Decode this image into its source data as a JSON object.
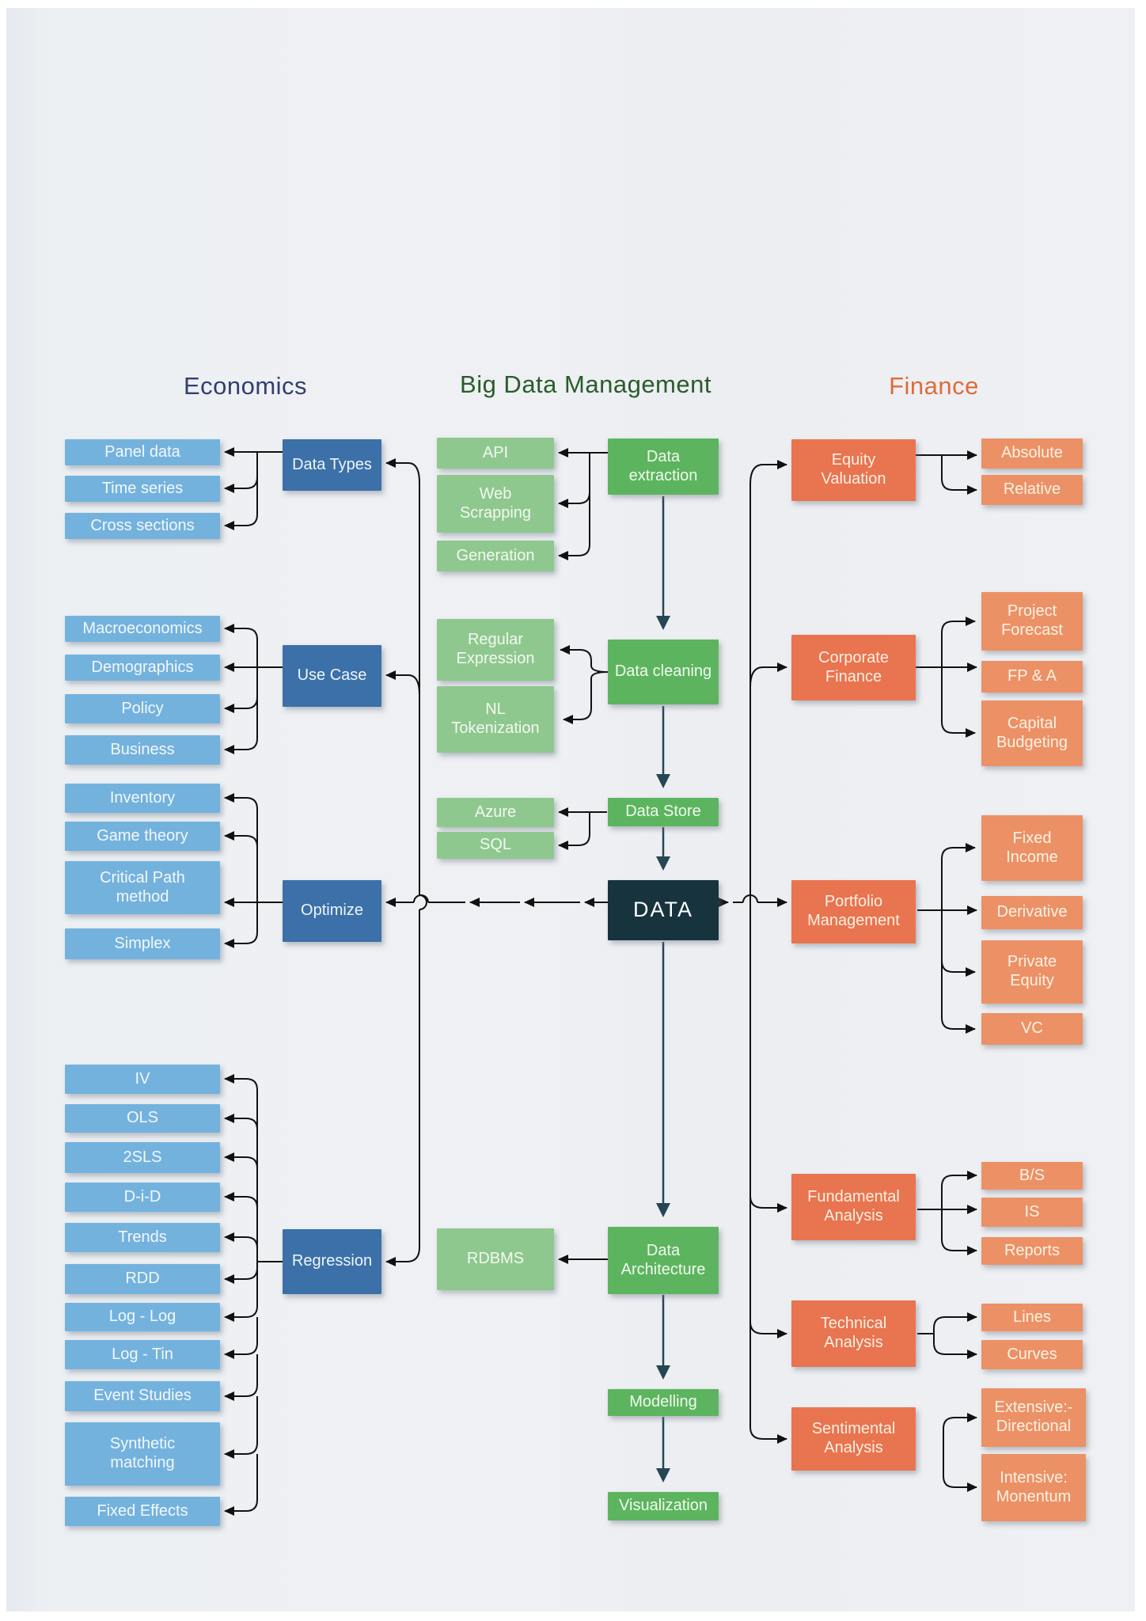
{
  "headers": {
    "economics": "Economics",
    "big_data": "Big Data Management",
    "finance": "Finance"
  },
  "colors": {
    "leaf_blue": "#74b2de",
    "category_blue": "#3c70a8",
    "tool_green": "#8fc88e",
    "stage_green": "#5cb55e",
    "hub_navy": "#17333e",
    "category_orange": "#e87450",
    "leaf_orange": "#ec9166",
    "economics_header": "#333e6d",
    "big_data_header": "#2a5c2b",
    "finance_header": "#dd6c38",
    "connector_black": "#111111",
    "flow_arrow_navy": "#274653"
  },
  "economics": {
    "data_types": {
      "label": "Data Types",
      "items": [
        "Panel data",
        "Time series",
        "Cross sections"
      ]
    },
    "use_case": {
      "label": "Use Case",
      "items": [
        "Macroeconomics",
        "Demographics",
        "Policy",
        "Business"
      ]
    },
    "optimize": {
      "label": "Optimize",
      "items": [
        "Inventory",
        "Game theory",
        "Critical Path method",
        "Simplex"
      ]
    },
    "regression": {
      "label": "Regression",
      "items": [
        "IV",
        "OLS",
        "2SLS",
        "D-i-D",
        "Trends",
        "RDD",
        "Log - Log",
        "Log - Tin",
        "Event Studies",
        "Synthetic matching",
        "Fixed Effects"
      ]
    }
  },
  "pipeline": {
    "data_extraction": {
      "label": "Data extraction",
      "tools": [
        "API",
        "Web Scrapping",
        "Generation"
      ]
    },
    "data_cleaning": {
      "label": "Data cleaning",
      "tools": [
        "Regular Expression",
        "NL Tokenization"
      ]
    },
    "data_store": {
      "label": "Data Store",
      "tools": [
        "Azure",
        "SQL"
      ]
    },
    "data_hub": {
      "label": "DATA"
    },
    "data_architecture": {
      "label": "Data Architecture",
      "tools": [
        "RDBMS"
      ]
    },
    "modelling": {
      "label": "Modelling"
    },
    "visualization": {
      "label": "Visualization"
    }
  },
  "finance": {
    "equity_valuation": {
      "label": "Equity Valuation",
      "items": [
        "Absolute",
        "Relative"
      ]
    },
    "corporate_finance": {
      "label": "Corporate Finance",
      "items": [
        "Project Forecast",
        "FP & A",
        "Capital Budgeting"
      ]
    },
    "portfolio_management": {
      "label": "Portfolio Management",
      "items": [
        "Fixed Income",
        "Derivative",
        "Private Equity",
        "VC"
      ]
    },
    "fundamental_analysis": {
      "label": "Fundamental Analysis",
      "items": [
        "B/S",
        "IS",
        "Reports"
      ]
    },
    "technical_analysis": {
      "label": "Technical Analysis",
      "items": [
        "Lines",
        "Curves"
      ]
    },
    "sentimental_analysis": {
      "label": "Sentimental Analysis",
      "items": [
        "Extensive:- Directional",
        "Intensive: Monentum"
      ]
    }
  }
}
